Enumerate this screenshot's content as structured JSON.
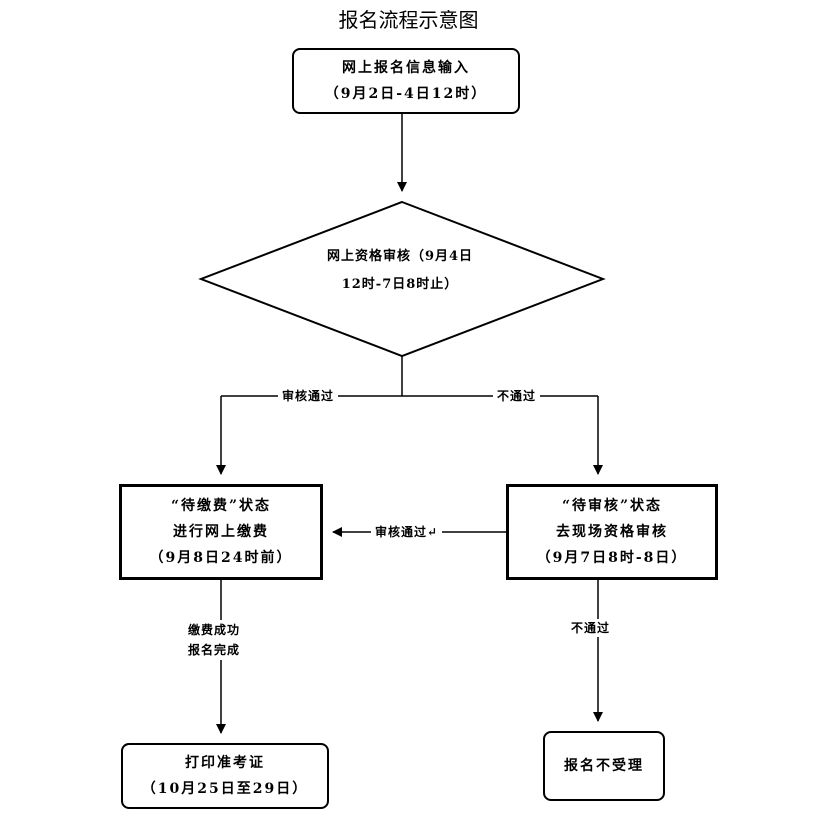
{
  "title": "报名流程示意图",
  "nodes": {
    "online_input": {
      "line1": "网上报名信息输入",
      "line2": "（9月2日-4日12时）"
    },
    "qualification_review": {
      "line1": "网上资格审核（9月4日",
      "line2": "12时-7日8时止）"
    },
    "pending_payment": {
      "line1": "“待缴费”状态",
      "line2": "进行网上缴费",
      "line3": "（9月8日24时前）"
    },
    "pending_review": {
      "line1": "“待审核”状态",
      "line2": "去现场资格审核",
      "line3": "（9月7日8时-8日）"
    },
    "print_admission": {
      "line1": "打印准考证",
      "line2": "（10月25日至29日）"
    },
    "not_accepted": {
      "line1": "报名不受理"
    }
  },
  "edges": {
    "review_passed": "审核通过",
    "not_passed": "不通过",
    "onsite_passed": "审核通过↵",
    "payment_success_line1": "缴费成功",
    "payment_success_line2": "报名完成",
    "onsite_not_passed": "不通过"
  }
}
